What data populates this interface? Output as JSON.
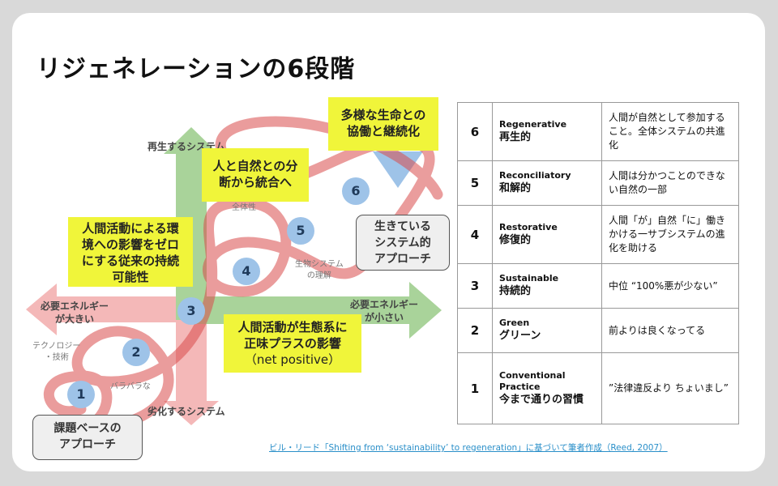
{
  "title": "リジェネレーションの6段階",
  "axes": {
    "up": "再生するシステム",
    "down": "劣化するシステム",
    "left": [
      "必要エネルギー",
      "が大きい"
    ],
    "right": [
      "必要エネルギー",
      "が小さい"
    ]
  },
  "small_labels": {
    "technology": [
      "テクノロジー",
      "・技術"
    ],
    "fragmented": "バラバラな",
    "whole": "全体性",
    "living_systems": [
      "生物システム",
      "の理解"
    ]
  },
  "callouts": {
    "diverse_life": [
      "多様な生命との",
      "協働と継続化"
    ],
    "human_nature": [
      "人と自然との分",
      "断から統合へ"
    ],
    "zero_impact": [
      "人間活動による環",
      "境への影響をゼロ",
      "にする従来の持続",
      "可能性"
    ],
    "net_positive": [
      "人間活動が生態系に",
      "正味プラスの影響",
      "（net positive）"
    ]
  },
  "approaches": {
    "living": [
      "生きている",
      "システム的",
      "アプローチ"
    ],
    "problem": [
      "課題ベースの",
      "アプローチ"
    ]
  },
  "stage_numbers": [
    "1",
    "2",
    "3",
    "4",
    "5",
    "6"
  ],
  "table": [
    {
      "num": "6",
      "en": "Regenerative",
      "ja": "再生的",
      "desc": "人間が自然として参加すること。全体システムの共進化"
    },
    {
      "num": "5",
      "en": "Reconciliatory",
      "ja": "和解的",
      "desc": "人間は分かつことのできない自然の一部"
    },
    {
      "num": "4",
      "en": "Restorative",
      "ja": "修復的",
      "desc": "人間「が」自然「に」働きかける一サブシステムの進化を助ける"
    },
    {
      "num": "3",
      "en": "Sustainable",
      "ja": "持続的",
      "desc": "中位 “100%悪が少ない”"
    },
    {
      "num": "2",
      "en": "Green",
      "ja": "グリーン",
      "desc": "前よりは良くなってる"
    },
    {
      "num": "1",
      "en": "Conventional Practice",
      "ja": "今まで通りの習慣",
      "desc": "”法律違反より ちょいまし”"
    }
  ],
  "source": "ビル・リード「Shifting from ‘sustainability’ to regeneration」に基づいて筆者作成（Reed, 2007）",
  "colors": {
    "green_arrow": "#a9d39a",
    "pink_arrow": "#f4b8b8",
    "callout_yellow": "#f0f53a",
    "stage_blue": "#9ec3e8",
    "spiral_red": "#d94c4c"
  }
}
